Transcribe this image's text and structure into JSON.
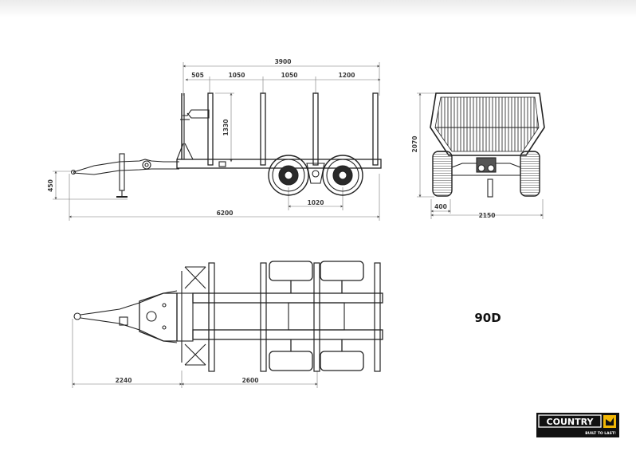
{
  "side_view": {
    "dims": {
      "overall_top": "3900",
      "seg1": "505",
      "seg2": "1050",
      "seg3": "1050",
      "seg4": "1200",
      "stake_height": "1330",
      "hitch_height": "450",
      "axle_spacing": "1020",
      "overall_length": "6200"
    }
  },
  "rear_view": {
    "dims": {
      "height": "2070",
      "wheel_offset": "400",
      "width": "2150"
    }
  },
  "top_view": {
    "dims": {
      "drawbar": "2240",
      "frame": "2600"
    }
  },
  "model": "90D",
  "logo": {
    "brand": "COUNTRY",
    "tagline": "BUILT TO LAST!",
    "colors": {
      "background": "#111111",
      "accent": "#f2b705"
    }
  }
}
